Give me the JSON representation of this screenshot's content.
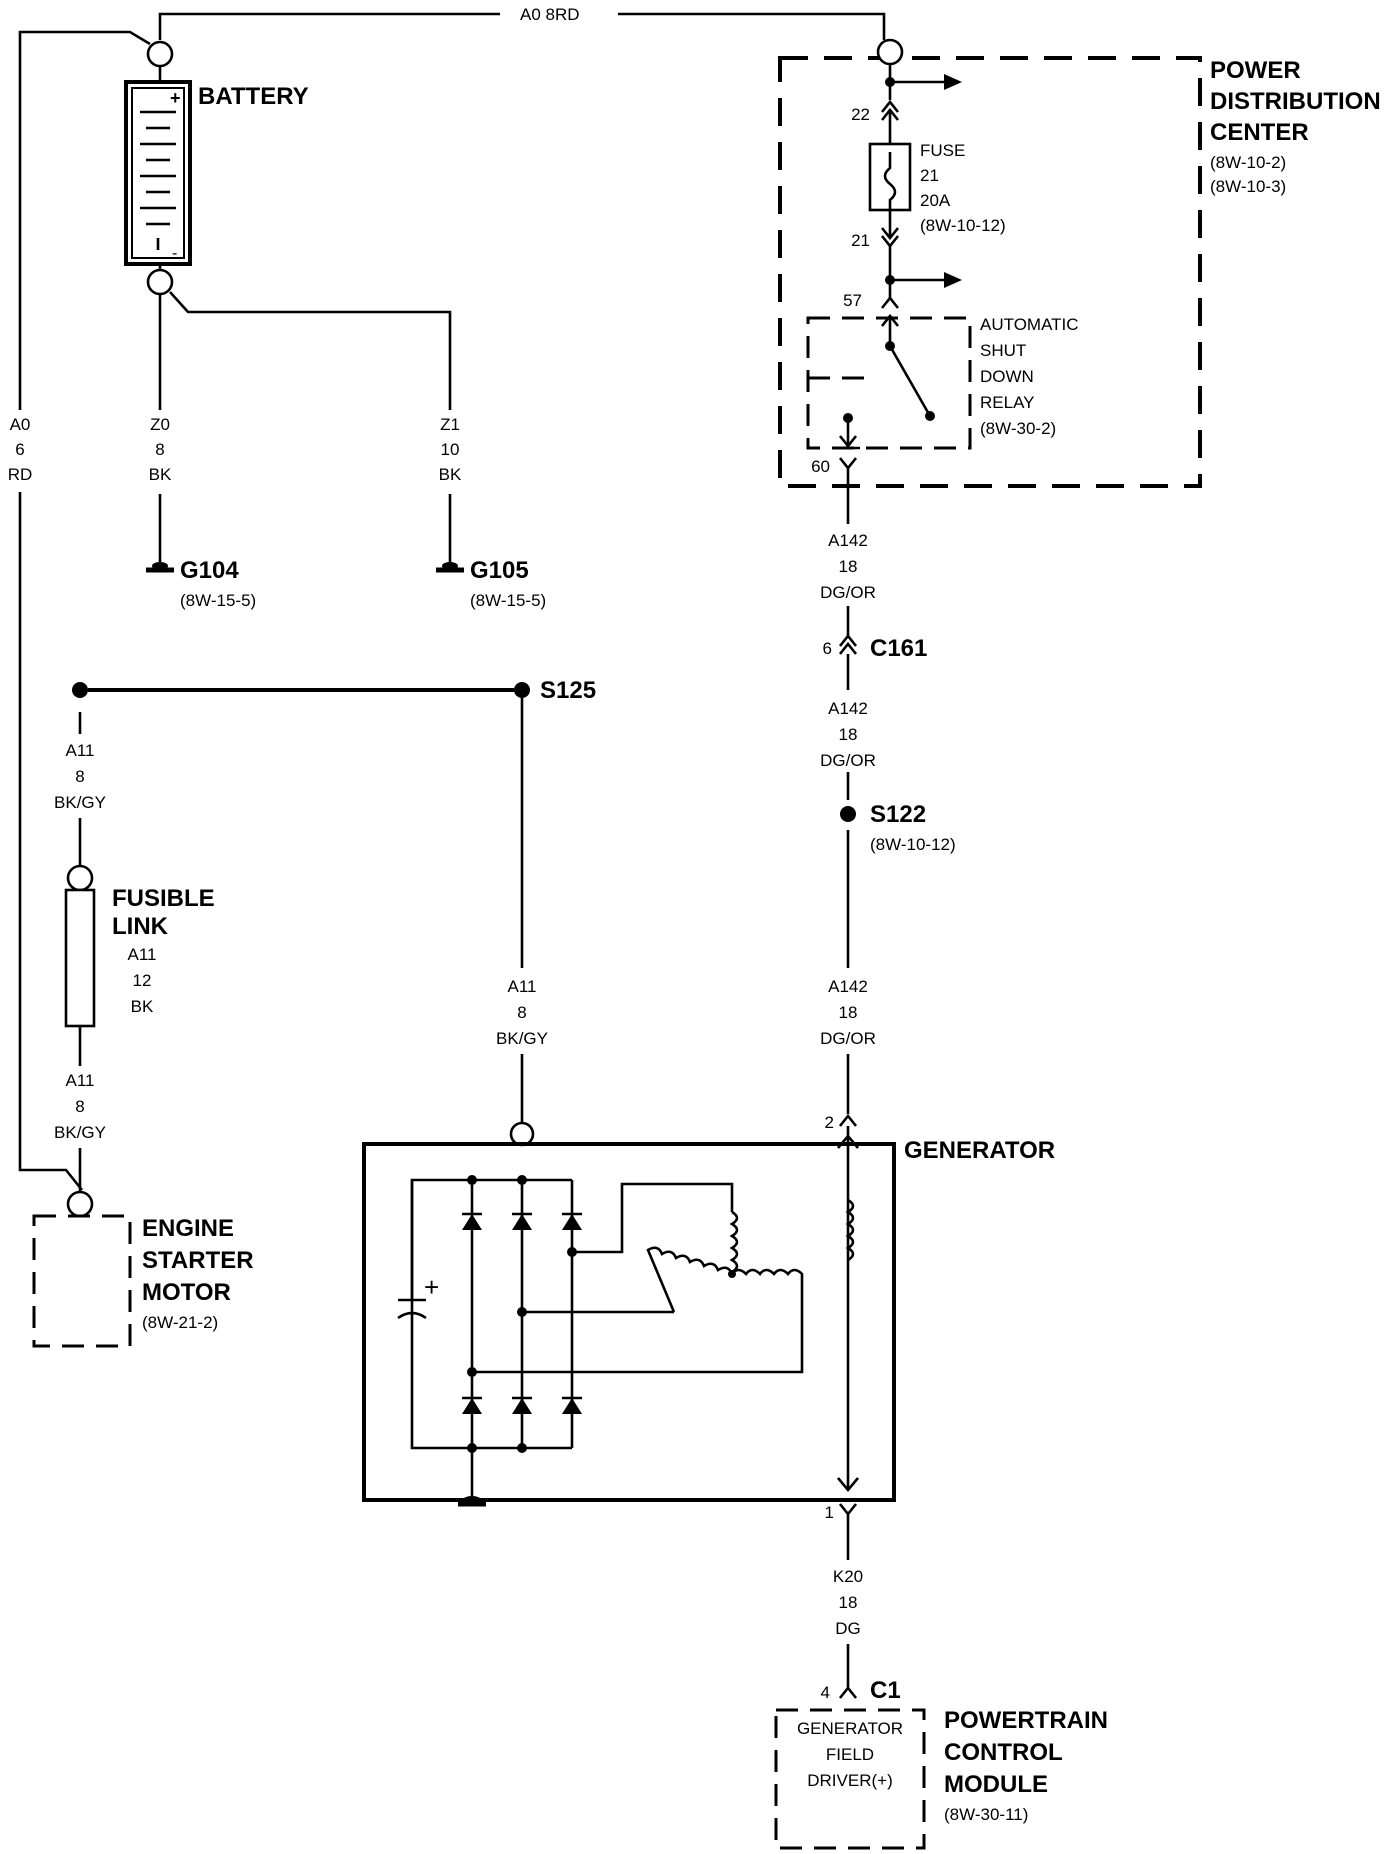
{
  "top_wire": {
    "label": "A0  8RD"
  },
  "battery": {
    "title": "BATTERY",
    "plus": "+",
    "minus": "-"
  },
  "wire_a0": {
    "l1": "A0",
    "l2": "6",
    "l3": "RD"
  },
  "wire_z0": {
    "l1": "Z0",
    "l2": "8",
    "l3": "BK"
  },
  "wire_z1": {
    "l1": "Z1",
    "l2": "10",
    "l3": "BK"
  },
  "g104": {
    "title": "G104",
    "ref": "(8W-15-5)"
  },
  "g105": {
    "title": "G105",
    "ref": "(8W-15-5)"
  },
  "pdc": {
    "l1": "POWER",
    "l2": "DISTRIBUTION",
    "l3": "CENTER",
    "ref1": "(8W-10-2)",
    "ref2": "(8W-10-3)"
  },
  "fuse": {
    "l1": "FUSE",
    "l2": "21",
    "l3": "20A",
    "l4": "(8W-10-12)"
  },
  "pins": {
    "p22": "22",
    "p21": "21",
    "p57": "57",
    "p60": "60",
    "p6": "6",
    "p2": "2",
    "p1": "1",
    "p4": "4"
  },
  "asd_relay": {
    "l1": "AUTOMATIC",
    "l2": "SHUT",
    "l3": "DOWN",
    "l4": "RELAY",
    "ref": "(8W-30-2)"
  },
  "wire_a142_1": {
    "l1": "A142",
    "l2": "18",
    "l3": "DG/OR"
  },
  "c161": {
    "title": "C161"
  },
  "wire_a142_2": {
    "l1": "A142",
    "l2": "18",
    "l3": "DG/OR"
  },
  "s122": {
    "title": "S122",
    "ref": "(8W-10-12)"
  },
  "wire_a142_3": {
    "l1": "A142",
    "l2": "18",
    "l3": "DG/OR"
  },
  "s125": {
    "title": "S125"
  },
  "wire_a11_1": {
    "l1": "A11",
    "l2": "8",
    "l3": "BK/GY"
  },
  "fusible_link": {
    "l1": "FUSIBLE",
    "l2": "LINK",
    "w1": "A11",
    "w2": "12",
    "w3": "BK"
  },
  "wire_a11_2": {
    "l1": "A11",
    "l2": "8",
    "l3": "BK/GY"
  },
  "wire_a11_3": {
    "l1": "A11",
    "l2": "8",
    "l3": "BK/GY"
  },
  "starter": {
    "l1": "ENGINE",
    "l2": "STARTER",
    "l3": "MOTOR",
    "ref": "(8W-21-2)"
  },
  "generator": {
    "title": "GENERATOR",
    "cap_plus": "+"
  },
  "wire_k20": {
    "l1": "K20",
    "l2": "18",
    "l3": "DG"
  },
  "c1": {
    "title": "C1"
  },
  "pcm_box": {
    "l1": "GENERATOR",
    "l2": "FIELD",
    "l3": "DRIVER(+)"
  },
  "pcm": {
    "l1": "POWERTRAIN",
    "l2": "CONTROL",
    "l3": "MODULE",
    "ref": "(8W-30-11)"
  }
}
